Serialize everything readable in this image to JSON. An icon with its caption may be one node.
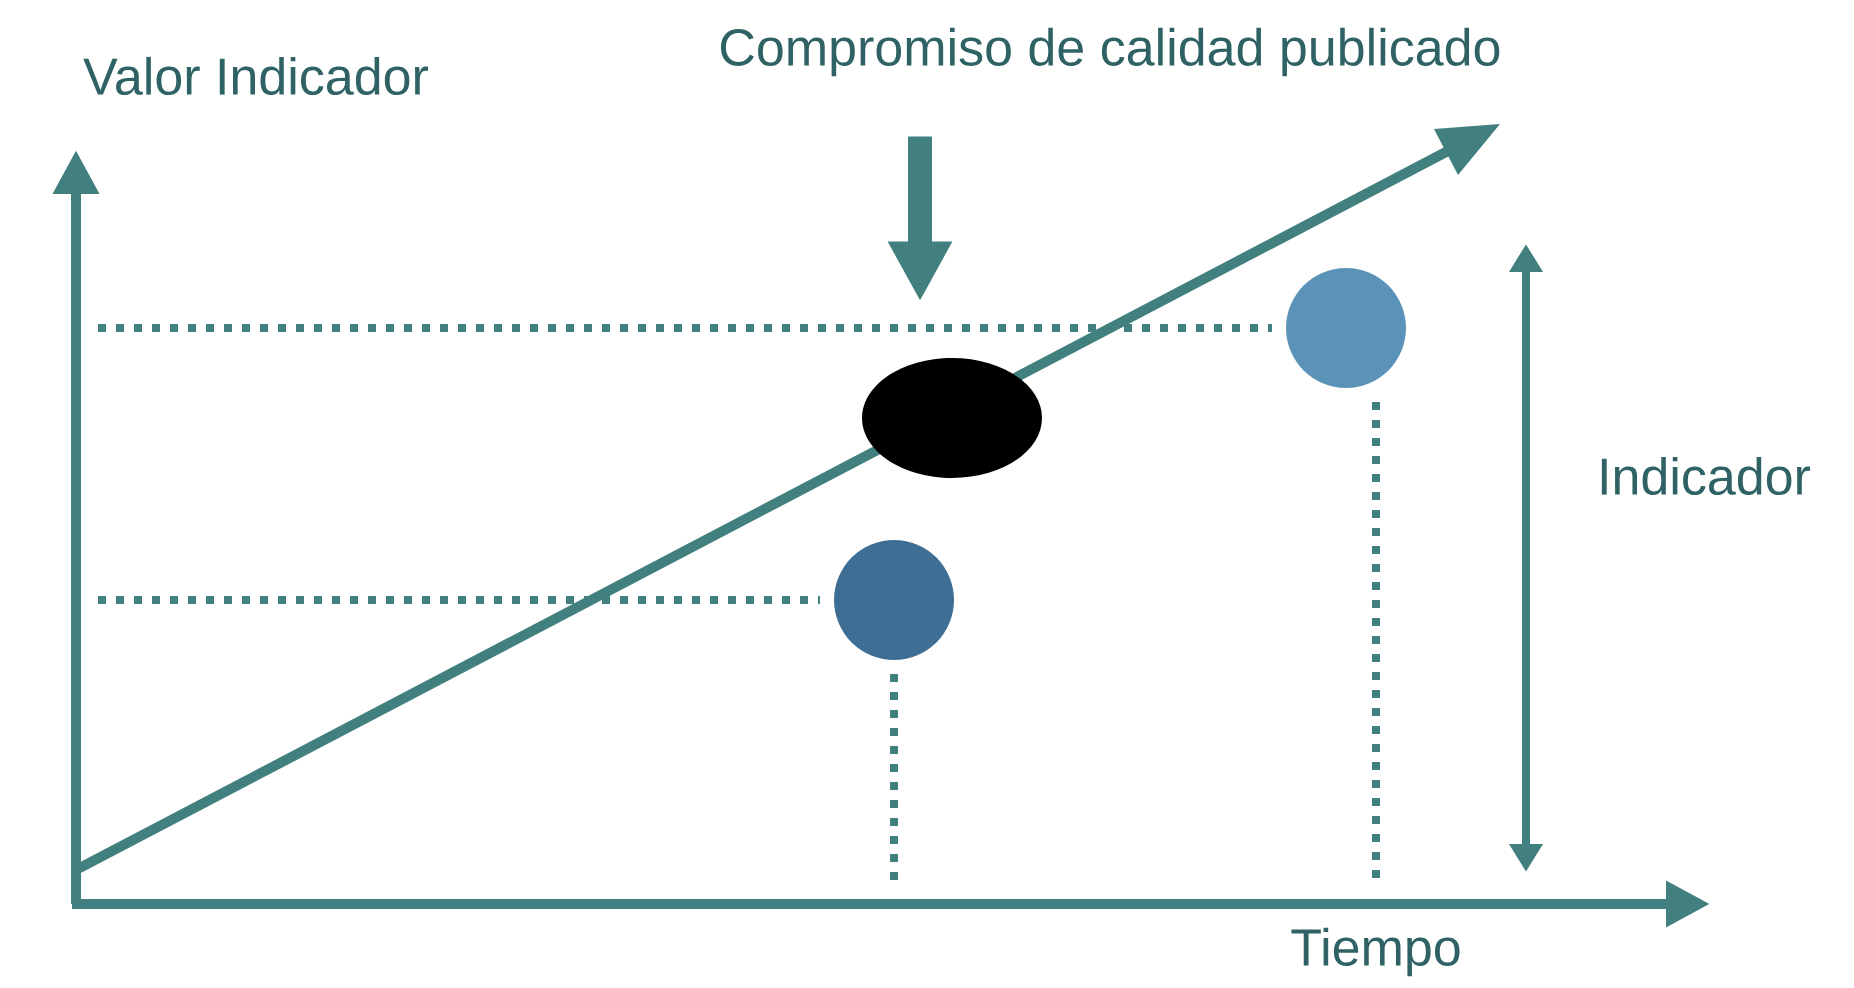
{
  "diagram": {
    "nodes": [
      {
        "text": [
          "Compromiso de calidad publicado"
        ]
      },
      {
        "text": [],
        "shape": "ellipse"
      },
      {
        "text": [],
        "shape": "circle"
      },
      {
        "text": [],
        "shape": "circle"
      }
    ],
    "edges": [
      {
        "from": 0,
        "to": 1,
        "arrow": "to"
      }
    ],
    "labels": [
      "Valor Indicador",
      "Indicador",
      "Tiempo"
    ]
  }
}
